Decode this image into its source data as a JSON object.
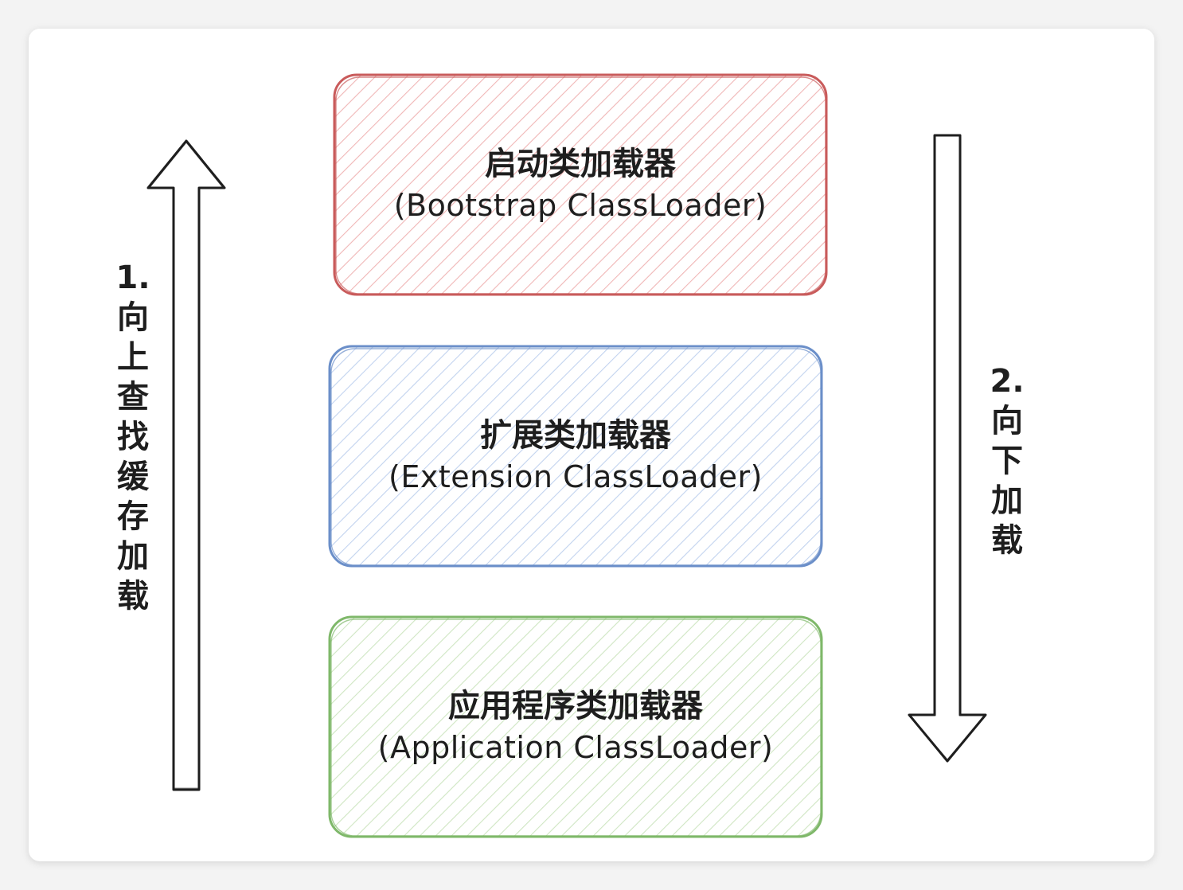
{
  "boxes": [
    {
      "zh": "启动类加载器",
      "en": "(Bootstrap ClassLoader)",
      "stroke": "#c95b5b",
      "hatch": "#f0b6b6"
    },
    {
      "zh": "扩展类加载器",
      "en": "(Extension ClassLoader)",
      "stroke": "#6b8fc9",
      "hatch": "#b9cdee"
    },
    {
      "zh": "应用程序类加载器",
      "en": "(Application ClassLoader)",
      "stroke": "#7fb86a",
      "hatch": "#c6e2b8"
    }
  ],
  "left_label": {
    "number": "1.",
    "chars": [
      "向",
      "上",
      "查",
      "找",
      "缓",
      "存",
      "加",
      "载"
    ]
  },
  "right_label": {
    "number": "2.",
    "chars": [
      "向",
      "下",
      "加",
      "载"
    ]
  }
}
